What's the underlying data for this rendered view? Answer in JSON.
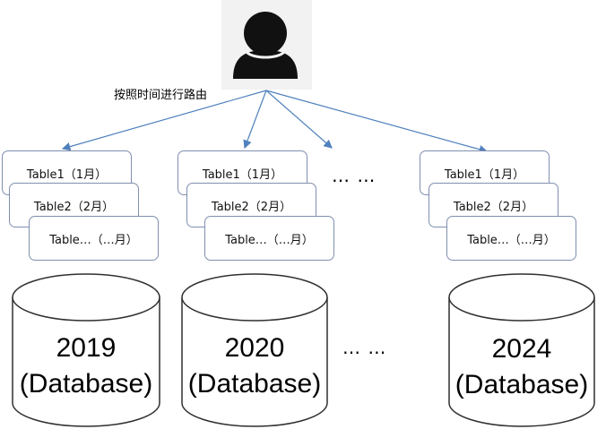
{
  "route_label": "按照时间进行路由",
  "ellipsis": "… …",
  "groups": [
    {
      "tables": [
        "Table1（1月）",
        "Table2（2月）",
        "Table…（…月）"
      ],
      "db_year": "2019",
      "db_name": "(Database)"
    },
    {
      "tables": [
        "Table1（1月）",
        "Table2（2月）",
        "Table…（…月）"
      ],
      "db_year": "2020",
      "db_name": "(Database)"
    },
    {
      "tables": [
        "Table1（1月）",
        "Table2（2月）",
        "Table…（…月）"
      ],
      "db_year": "2024",
      "db_name": "(Database)"
    }
  ],
  "colors": {
    "arrow": "#4f81bd",
    "card_border": "#7f8fb0",
    "db_border": "#2f2f2f",
    "user_icon": "#111111",
    "user_background": "#f2f2f2"
  },
  "icons": {
    "user": "user-icon"
  }
}
